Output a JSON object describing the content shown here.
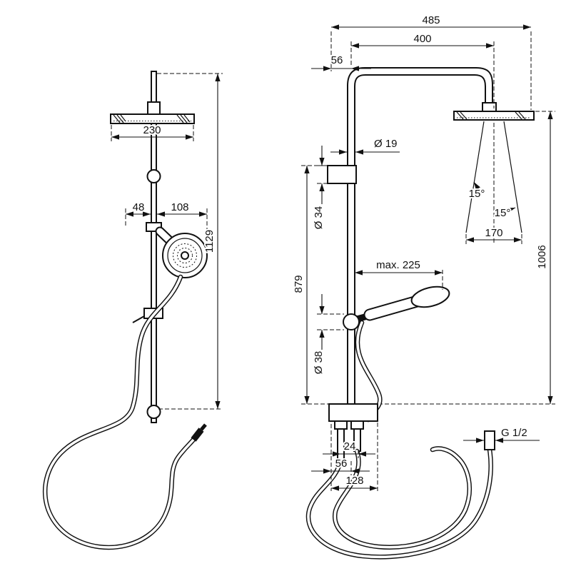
{
  "page": {
    "background": "#ffffff",
    "line_color": "#111111"
  },
  "dims": {
    "front": {
      "head_width": "230",
      "holder_offset": "48",
      "handshower_diameter": "108",
      "total_height": "1129"
    },
    "side": {
      "overall_width": "485",
      "arm_reach": "400",
      "top_wall_offset": "56",
      "pipe_diameter": "Ø 19",
      "bracket_diameter": "Ø 34",
      "bar_length": "879",
      "spray_angle_left": "15°",
      "spray_angle_right": "15°",
      "spray_width": "170",
      "head_height": "1006",
      "max_reach": "max. 225",
      "joint_diameter": "Ø 38",
      "outlet_spacing": "24",
      "bottom_wall_offset": "56",
      "base_depth": "128",
      "hose_thread": "G 1/2"
    }
  }
}
